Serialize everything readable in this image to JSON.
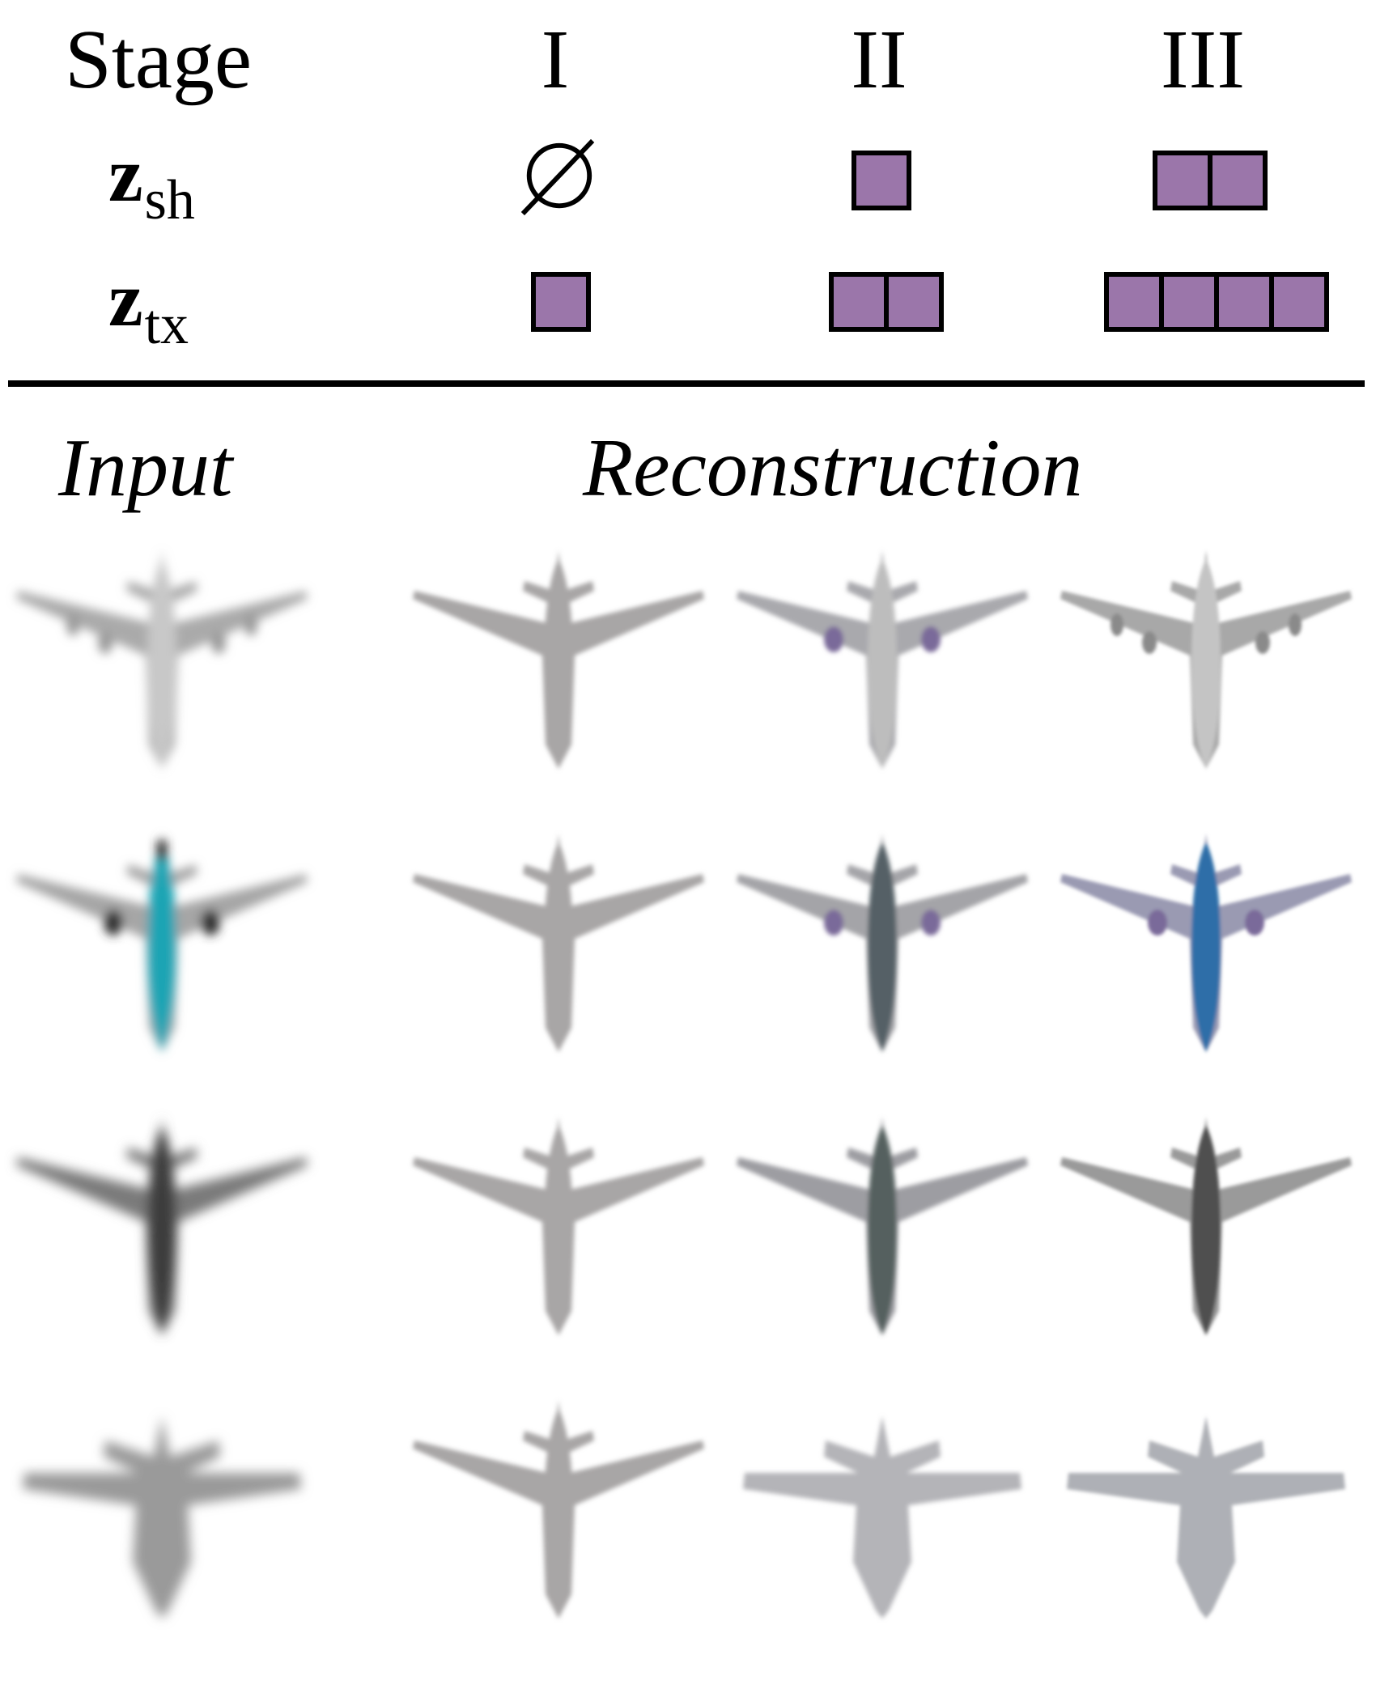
{
  "header": {
    "stage_label": "Stage",
    "stages": [
      "I",
      "II",
      "III"
    ],
    "z_sh": {
      "symbol": "z",
      "subscript": "sh",
      "blocks_per_stage": [
        0,
        1,
        2
      ]
    },
    "z_tx": {
      "symbol": "z",
      "subscript": "tx",
      "blocks_per_stage": [
        1,
        2,
        4
      ]
    },
    "block_color": "#9b76aa"
  },
  "columns": {
    "input_label": "Input",
    "reconstruction_label": "Reconstruction"
  },
  "rows": [
    {
      "input": "airliner-grey-four-engine",
      "stage1": "silhouette-grey",
      "stage2": "grey-airliner",
      "stage3": "grey-airliner-detailed"
    },
    {
      "input": "airliner-teal-fuselage",
      "stage1": "silhouette-grey",
      "stage2": "dark-fuselage",
      "stage3": "blue-fuselage"
    },
    {
      "input": "dark-jet",
      "stage1": "silhouette-grey",
      "stage2": "dark-jet",
      "stage3": "dark-jet-detailed"
    },
    {
      "input": "fighter-grey",
      "stage1": "silhouette-grey",
      "stage2": "fighter",
      "stage3": "fighter-detailed"
    }
  ],
  "colors": {
    "silhouette": "#a8a6a6",
    "grey_body": "#b9b9b9",
    "teal": "#1fa4b4",
    "blue": "#2f6ea8",
    "dark": "#4a4a4a",
    "accent_purple": "#7a6a9a"
  }
}
